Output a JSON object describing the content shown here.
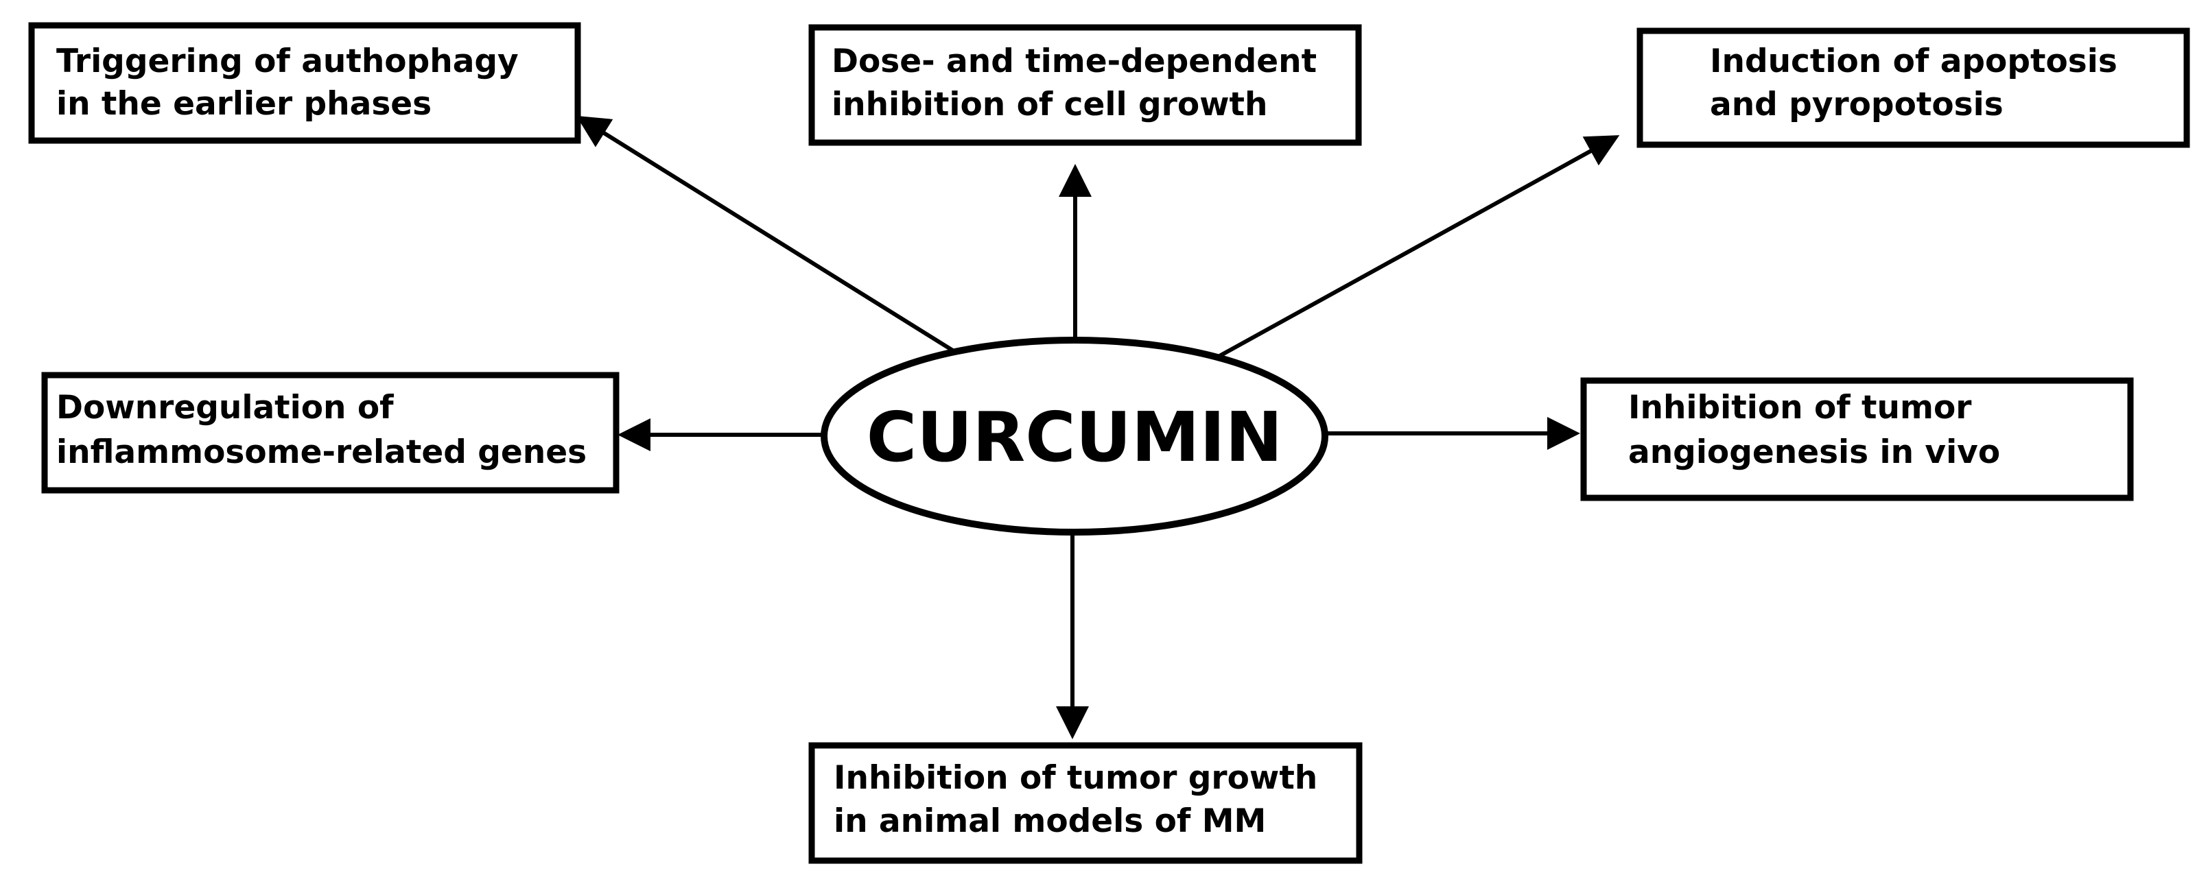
{
  "center": {
    "label": "CURCUMIN"
  },
  "effects": {
    "autophagy": {
      "line1": "Triggering of authophagy",
      "line2": "in the earlier phases"
    },
    "growth_inhibition": {
      "line1": "Dose- and time-dependent",
      "line2": "inhibition of cell growth"
    },
    "apoptosis": {
      "line1": "Induction of apoptosis",
      "line2": "and pyropotosis"
    },
    "inflammosome": {
      "line1": "Downregulation of",
      "line2": "inflammosome-related genes"
    },
    "angiogenesis": {
      "line1": "Inhibition of tumor",
      "line2": "angiogenesis in vivo"
    },
    "animal_models": {
      "line1": "Inhibition of tumor growth",
      "line2": "in animal models of MM"
    }
  },
  "colors": {
    "stroke": "#000000",
    "background": "#ffffff"
  }
}
